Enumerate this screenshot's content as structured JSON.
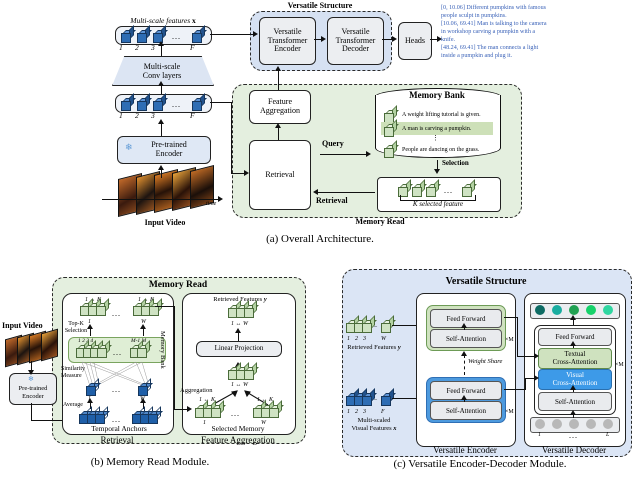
{
  "figure": {
    "captions": {
      "a": "(a) Overall Architecture.",
      "b": "(b) Memory Read Module.",
      "c": "(c) Versatile Encoder-Decoder Module."
    }
  },
  "panel_a": {
    "versatile_structure_title": "Versatile Structure",
    "memory_read_title": "Memory Read",
    "multiscale_features_label": "Multi-scale features",
    "multiscale_features_symbol": "x",
    "conv_block": "Multi-scale\nConv layers",
    "conv_line1": "Multi-scale",
    "conv_line2": "Conv layers",
    "pretrained_encoder_line1": "Pre-trained",
    "pretrained_encoder_line2": "Encoder",
    "snowflake_icon": "snowflake-icon",
    "input_video_label": "Input Video",
    "time_label": "time",
    "encoder_line1": "Versatile",
    "encoder_line2": "Transformer",
    "encoder_line3": "Encoder",
    "decoder_line1": "Versatile",
    "decoder_line2": "Transformer",
    "decoder_line3": "Decoder",
    "heads_label": "Heads",
    "feature_aggregation_line1": "Feature",
    "feature_aggregation_line2": "Aggregation",
    "retrieval_label": "Retrieval",
    "query_arrow_label": "Query",
    "retrieval_arrow_label": "Retrieval",
    "memory_bank_title": "Memory Bank",
    "memory_bank_items": [
      "A weight lifting tutorial is given.",
      "A man is carving a pumpkin.",
      "People are dancing on the grass."
    ],
    "memory_bank_highlight_index": 1,
    "selection_label": "Selection",
    "k_selected_label": "K selected feature",
    "frame_indices": [
      "1",
      "2",
      "3",
      "F"
    ],
    "ellipsis": "...",
    "output_captions": [
      "[0, 10.06] Different pumpkins with famous people sculpt in pumpkins.",
      "[10.06, 69.41] Man is talking to the camera in workshop carving a pumpkin with a knife.",
      "[48.24, 69.41] The man connects a light inside a pumpkin and plug it."
    ],
    "output_caption_color": "#3a62b8"
  },
  "panel_b": {
    "title": "Memory Read",
    "input_video_label": "Input Video",
    "pretrained_encoder_line1": "Pre-trained",
    "pretrained_encoder_line2": "Encoder",
    "retrieval_label": "Retrieval",
    "feature_aggregation_label": "Feature Aggregation",
    "temporal_anchors_label": "Temporal Anchors",
    "selected_memory_label": "Selected Memory",
    "memory_bank_label": "Memory Bank",
    "topk_selection_line1": "Top-K",
    "topk_selection_line2": "Selection",
    "similarity_line1": "Similarity",
    "similarity_line2": "Measure",
    "average_label": "Average",
    "aggregation_label": "Aggregation",
    "linear_projection_label": "Linear Projection",
    "retrieved_features_label": "Retrieved Features",
    "retrieved_features_symbol": "y",
    "k_range_label": "1 ↔ K",
    "w_range_label": "1 ↔ W",
    "index_1": "1",
    "index_W": "W",
    "mem_indices": [
      "1",
      "2",
      "3",
      "4"
    ],
    "mem_tail": "M-1 M",
    "ellipsis": "..."
  },
  "panel_c": {
    "title": "Versatile Structure",
    "encoder_label": "Versatile Encoder",
    "decoder_label": "Versatile Decoder",
    "retrieved_features_line1": "Retrieved Features",
    "retrieved_features_symbol": "y",
    "visual_features_line1": "Multi-scaled",
    "visual_features_line2": "Visual Features",
    "visual_features_symbol": "x",
    "feed_forward_label": "Feed Forward",
    "self_attention_label": "Self-Attention",
    "textual_cross_line1": "Textual",
    "textual_cross_line2": "Cross-Attention",
    "visual_cross_line1": "Visual",
    "visual_cross_line2": "Cross-Attention",
    "weight_share_label": "Weight Share",
    "xM_label": "×M",
    "feature_indices": [
      "1",
      "2",
      "3"
    ],
    "w_label": "W",
    "f_label": "F",
    "query_start": "1",
    "query_end": "L",
    "ellipsis": "...",
    "output_dot_colors": [
      "#0e6b63",
      "#1aada0",
      "#21a152",
      "#16d26a",
      "#2fd6a0"
    ],
    "query_dot_color": "#b8b8b8"
  }
}
